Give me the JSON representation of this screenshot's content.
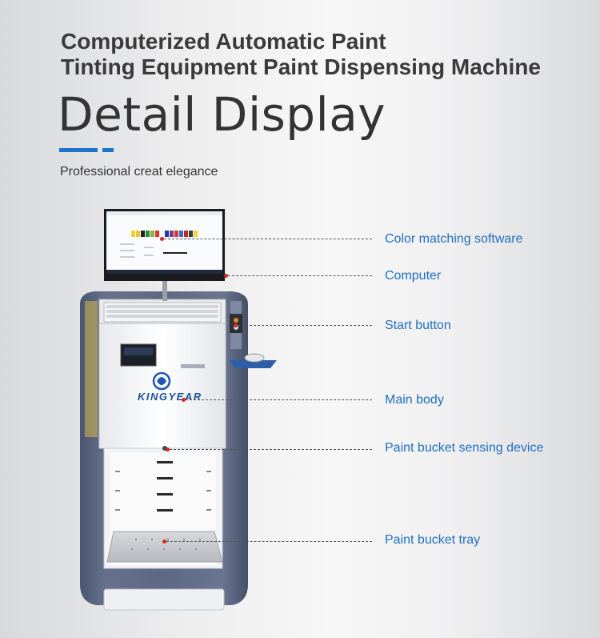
{
  "header": {
    "title_line1": "Computerized Automatic Paint",
    "title_line2": "Tinting Equipment Paint Dispensing Machine",
    "heading": "Detail Display",
    "tagline": "Professional creat elegance"
  },
  "colors": {
    "accent": "#1e74c9",
    "label": "#1e6fc0",
    "marker": "#d7261e",
    "body_dark": "#55607a"
  },
  "machine": {
    "logo_text": "KINGYEAR"
  },
  "callouts": [
    {
      "label": "Color matching software"
    },
    {
      "label": "Computer"
    },
    {
      "label": "Start button"
    },
    {
      "label": "Main body"
    },
    {
      "label": "Paint bucket sensing device"
    },
    {
      "label": "Paint bucket tray"
    }
  ]
}
